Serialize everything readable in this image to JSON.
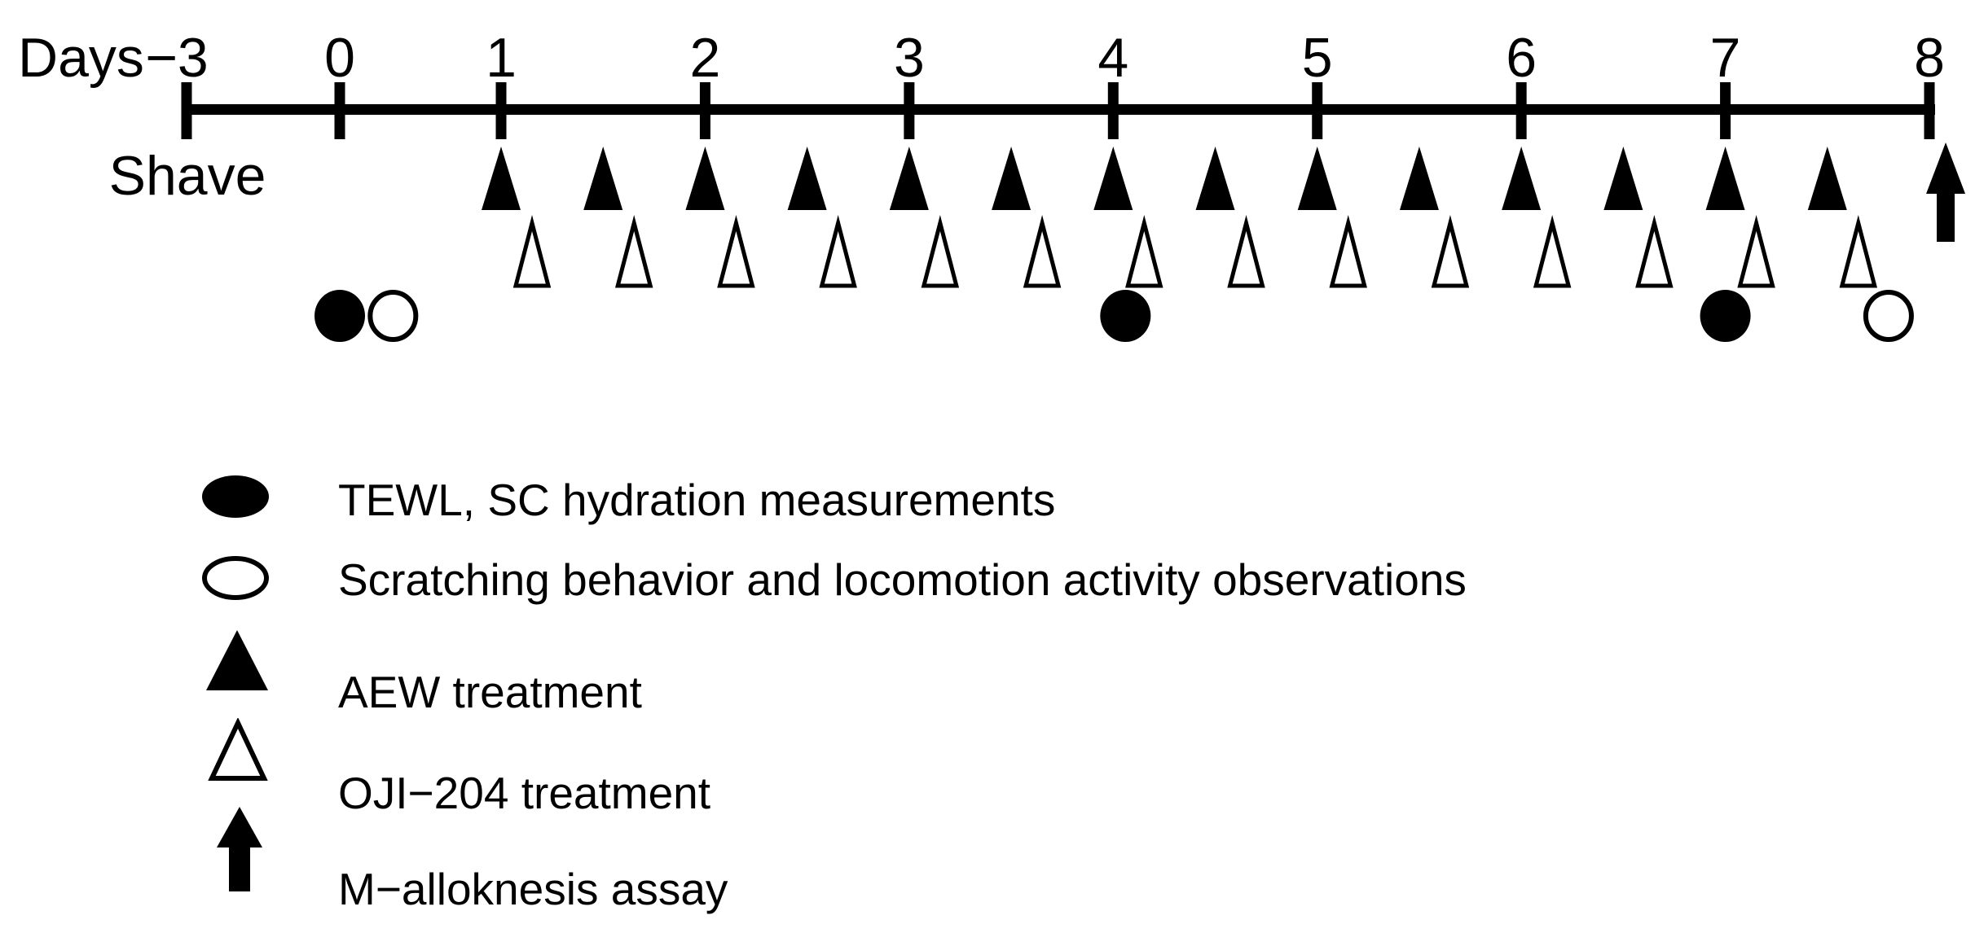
{
  "figure": {
    "axis_label": "Days",
    "shave_label": "Shave",
    "ticks": [
      {
        "day": -3,
        "label": "−3"
      },
      {
        "day": 0,
        "label": "0"
      },
      {
        "day": 1,
        "label": "1"
      },
      {
        "day": 2,
        "label": "2"
      },
      {
        "day": 3,
        "label": "3"
      },
      {
        "day": 4,
        "label": "4"
      },
      {
        "day": 5,
        "label": "5"
      },
      {
        "day": 6,
        "label": "6"
      },
      {
        "day": 7,
        "label": "7"
      },
      {
        "day": 8,
        "label": "8"
      }
    ],
    "markers": {
      "aew_treatment_days": [
        1,
        1.5,
        2,
        2.5,
        3,
        3.5,
        4,
        4.5,
        5,
        5.5,
        6,
        6.5,
        7,
        7.5
      ],
      "oji204_treatment_days": [
        1,
        1.5,
        2,
        2.5,
        3,
        3.5,
        4,
        4.5,
        5,
        5.5,
        6,
        6.5,
        7,
        7.5
      ],
      "tewl_measurement_days": [
        0,
        4.06,
        7
      ],
      "scratching_observation_days": [
        0.33,
        7.8
      ],
      "m_alloknesis_assay_days": [
        8.08
      ]
    }
  },
  "legend": {
    "items": [
      {
        "symbol": "filled-circle",
        "label": "TEWL, SC hydration measurements"
      },
      {
        "symbol": "open-circle",
        "label": "Scratching behavior and locomotion activity observations"
      },
      {
        "symbol": "filled-triangle",
        "label": "AEW treatment"
      },
      {
        "symbol": "open-triangle",
        "label": "OJI−204 treatment"
      },
      {
        "symbol": "up-arrow",
        "label": "M−alloknesis assay"
      }
    ]
  },
  "colors": {
    "ink": "#000000",
    "background": "#ffffff"
  }
}
